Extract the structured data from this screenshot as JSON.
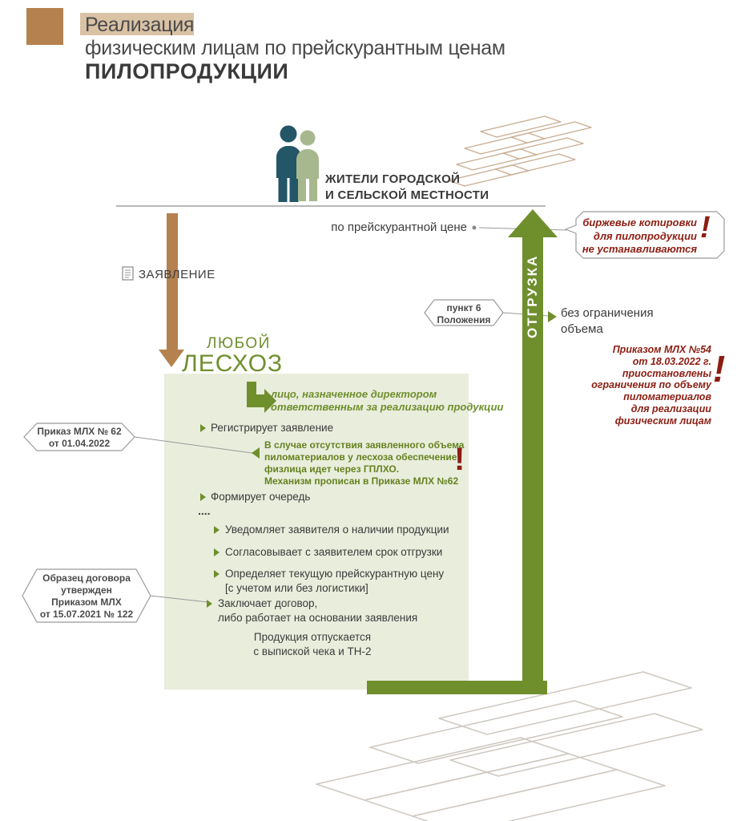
{
  "colors": {
    "brown": "#b5814f",
    "green": "#6f8f2d",
    "green_bg": "#e9eddc",
    "dark_red": "#8c1d12",
    "text": "#3d3d3d"
  },
  "header": {
    "line1": "Реализация",
    "line2": "физическим лицам по прейскурантным ценам",
    "line3": "ПИЛОПРОДУКЦИИ"
  },
  "audience": {
    "label": "ЖИТЕЛИ ГОРОДСКОЙ\nИ СЕЛЬСКОЙ МЕСТНОСТИ"
  },
  "flow": {
    "price_note": "по прейскурантной цене",
    "application": "ЗАЯВЛЕНИЕ",
    "shipment": "ОТГРУЗКА",
    "no_limit": "без ограничения\nобъема",
    "exclamation": "!"
  },
  "callouts": {
    "exchange": "биржевые котировки\nдля пилопродукции\nне устанавливаются",
    "punkt6": "пункт 6\nПоложения",
    "order54": "Приказом МЛХ №54\nот 18.03.2022 г.\nприостановлены\nограничения по объему\nпиломатериалов\nдля реализации\nфизическим лицам",
    "order62": "Приказ МЛХ № 62\nот 01.04.2022",
    "contract": "Образец договора\nутвержден\nПриказом МЛХ\nот 15.07.2021 № 122"
  },
  "leshoz": {
    "any": "ЛЮБОЙ",
    "name": "ЛЕСХОЗ",
    "person_note": "лицо, назначенное директором\nответственным за реализацию продукции",
    "warning": "В случае отсутствия заявленного объема\nпиломатериалов у лесхоза обеспечение\nфизлица идет через ГПЛХО.\nМеханизм прописан в Приказе МЛХ №62",
    "dots": "....",
    "steps": [
      "Регистрирует заявление",
      "Формирует очередь",
      "Уведомляет заявителя о наличии продукции",
      "Согласовывает с заявителем срок отгрузки",
      "Определяет текущую прейскурантную цену\n[с учетом или без логистики]",
      "Заключает договор,\nлибо работает на основании заявления"
    ],
    "footer": "Продукция отпускается\nс выпиской чека и ТН-2"
  }
}
